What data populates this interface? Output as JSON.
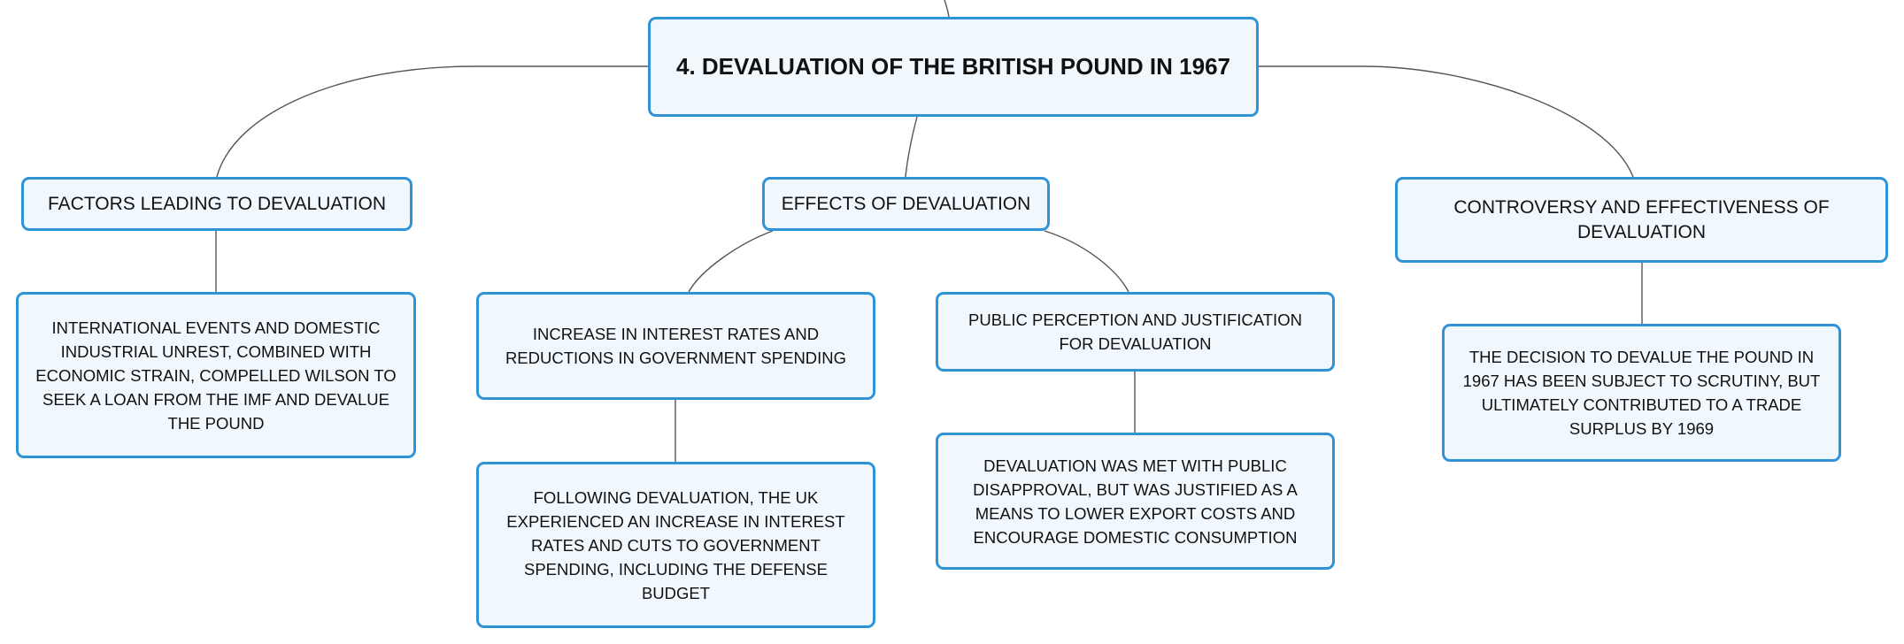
{
  "mindmap": {
    "root": {
      "label": "4. DEVALUATION OF THE BRITISH POUND IN 1967"
    },
    "factors": {
      "label": "FACTORS LEADING TO DEVALUATION",
      "detail": "INTERNATIONAL EVENTS AND DOMESTIC INDUSTRIAL UNREST, COMBINED WITH ECONOMIC STRAIN, COMPELLED WILSON TO SEEK A LOAN FROM THE IMF AND DEVALUE THE POUND"
    },
    "effects": {
      "label": "EFFECTS OF DEVALUATION",
      "interest": {
        "label": "INCREASE IN INTEREST RATES AND REDUCTIONS IN GOVERNMENT SPENDING",
        "detail": "FOLLOWING DEVALUATION, THE UK EXPERIENCED AN INCREASE IN INTEREST RATES AND CUTS TO GOVERNMENT SPENDING, INCLUDING THE DEFENSE BUDGET"
      },
      "public": {
        "label": "PUBLIC PERCEPTION AND JUSTIFICATION FOR DEVALUATION",
        "detail": "DEVALUATION WAS MET WITH PUBLIC DISAPPROVAL, BUT WAS JUSTIFIED AS A MEANS TO LOWER EXPORT COSTS AND ENCOURAGE DOMESTIC CONSUMPTION"
      }
    },
    "controversy": {
      "label": "CONTROVERSY AND EFFECTIVENESS OF DEVALUATION",
      "detail": "THE DECISION TO DEVALUE THE POUND IN 1967 HAS BEEN SUBJECT TO SCRUTINY, BUT ULTIMATELY CONTRIBUTED TO A TRADE SURPLUS BY 1969"
    }
  },
  "colors": {
    "node_border": "#2f93d6",
    "node_fill": "#f0f7fd",
    "connector": "#555555",
    "text": "#111111"
  }
}
